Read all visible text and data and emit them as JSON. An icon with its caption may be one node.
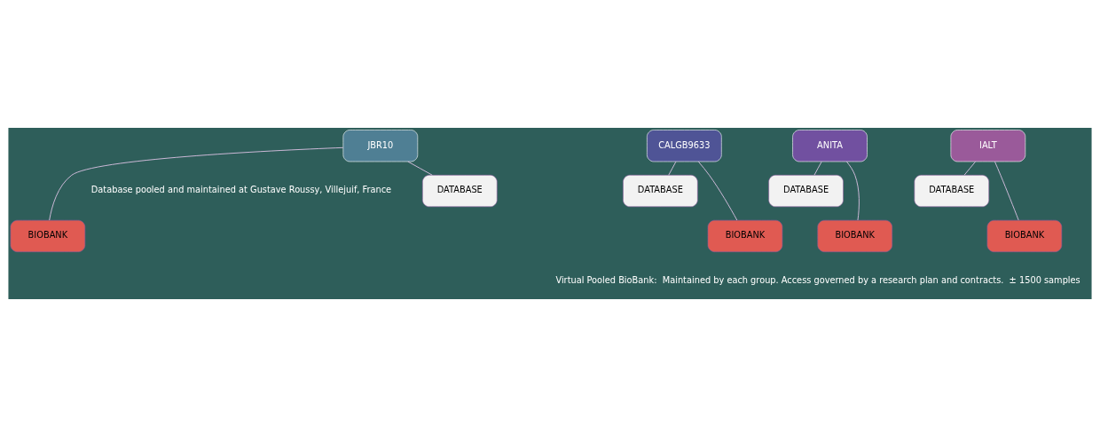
{
  "diagram": {
    "nodes": [
      {
        "text": [
          "JBR10"
        ]
      },
      {
        "text": [
          "CALGB9633"
        ]
      },
      {
        "text": [
          "ANITA"
        ]
      },
      {
        "text": [
          "IALT"
        ]
      },
      {
        "text": [
          "DATABASE"
        ]
      },
      {
        "text": [
          "DATABASE"
        ]
      },
      {
        "text": [
          "DATABASE"
        ]
      },
      {
        "text": [
          "DATABASE"
        ]
      },
      {
        "text": [
          "BIOBANK"
        ]
      },
      {
        "text": [
          "BIOBANK"
        ]
      },
      {
        "text": [
          "BIOBANK"
        ]
      },
      {
        "text": [
          "BIOBANK"
        ]
      }
    ],
    "edges": [
      {
        "from": 0,
        "to": 4,
        "arrow": "none"
      },
      {
        "from": 0,
        "to": 8,
        "arrow": "none"
      },
      {
        "from": 1,
        "to": 5,
        "arrow": "none"
      },
      {
        "from": 1,
        "to": 9,
        "arrow": "none"
      },
      {
        "from": 2,
        "to": 6,
        "arrow": "none"
      },
      {
        "from": 2,
        "to": 10,
        "arrow": "none"
      },
      {
        "from": 3,
        "to": 7,
        "arrow": "none"
      },
      {
        "from": 3,
        "to": 11,
        "arrow": "none"
      }
    ],
    "labels": [
      "Database pooled and maintained at Gustave Roussy, Villejuif, France",
      "Virtual Pooled BioBank:  Maintained by each group. Access governed by a research plan and contracts.  ± 1500 samples"
    ]
  }
}
